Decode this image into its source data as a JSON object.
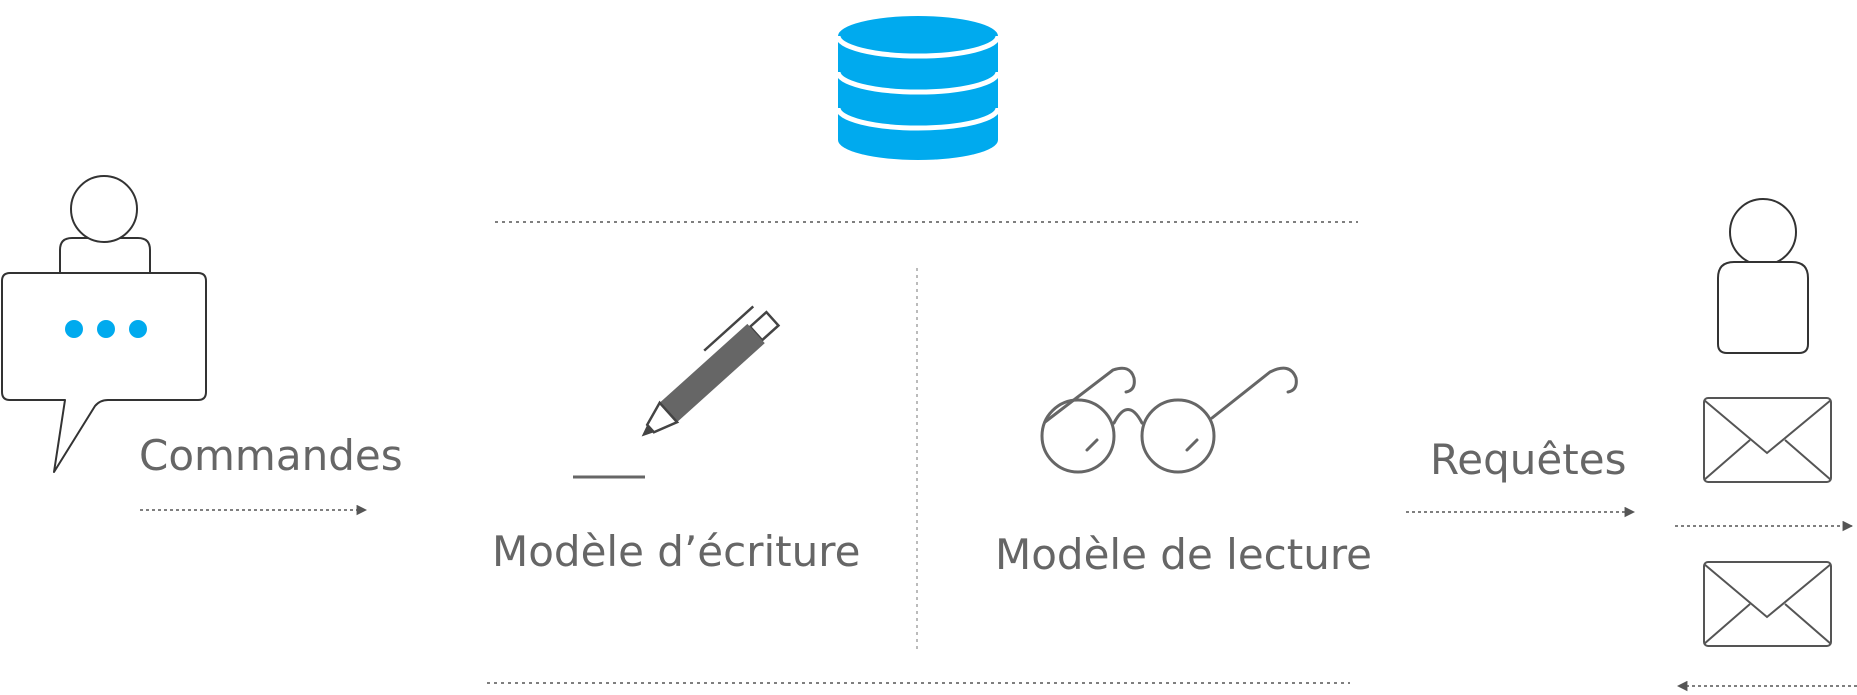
{
  "labels": {
    "commands": "Commandes",
    "write_model": "Modèle d’écriture",
    "read_model": "Modèle de lecture",
    "queries": "Requêtes"
  },
  "colors": {
    "accent": "#00aaee",
    "icon_stroke": "#555555",
    "text": "#666666",
    "line": "#555555"
  },
  "icons": {
    "database": "database-icon",
    "user_with_speech": "user-speech-bubble-icon",
    "pen": "pen-icon",
    "glasses": "glasses-icon",
    "user": "user-icon",
    "mail": "envelope-icon"
  }
}
